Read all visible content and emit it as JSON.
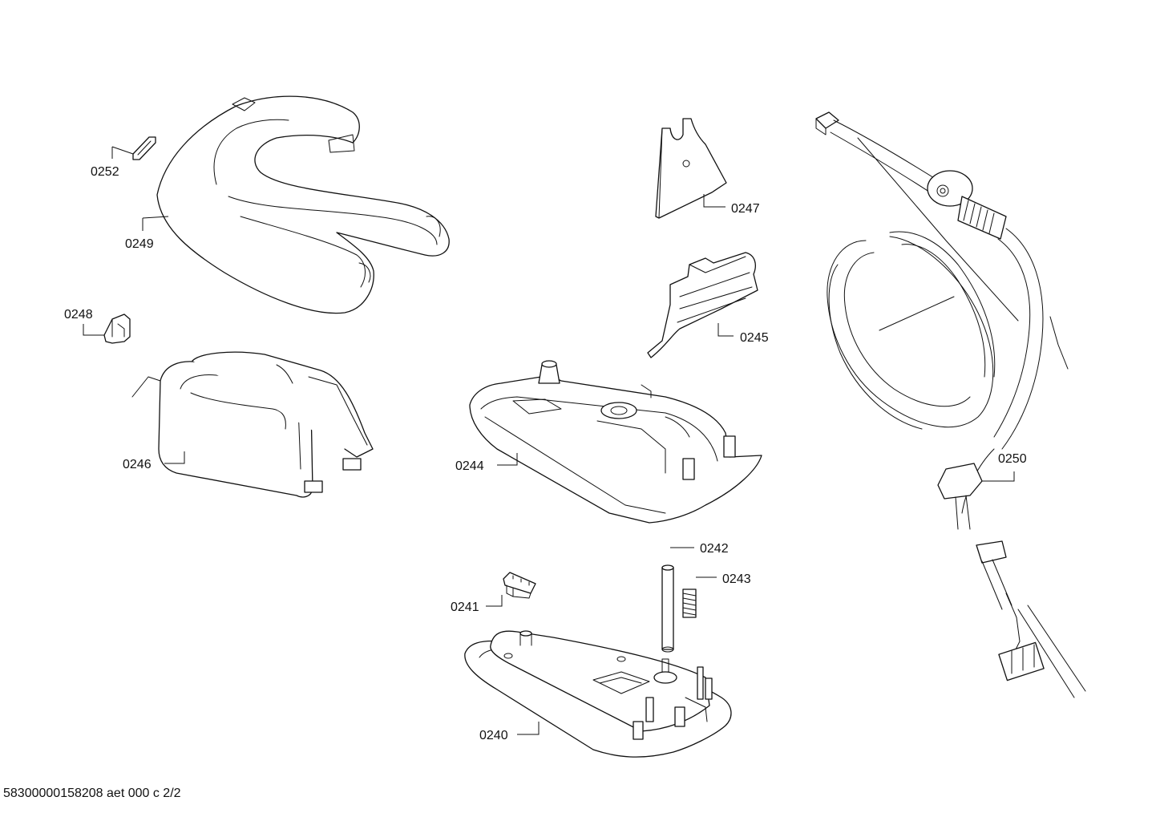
{
  "labels": {
    "p0252": "0252",
    "p0249": "0249",
    "p0248": "0248",
    "p0246": "0246",
    "p0247": "0247",
    "p0245": "0245",
    "p0244": "0244",
    "p0242": "0242",
    "p0243": "0243",
    "p0241": "0241",
    "p0240": "0240",
    "p0250": "0250"
  },
  "footer": "58300000158208 aet 000 c 2/2"
}
